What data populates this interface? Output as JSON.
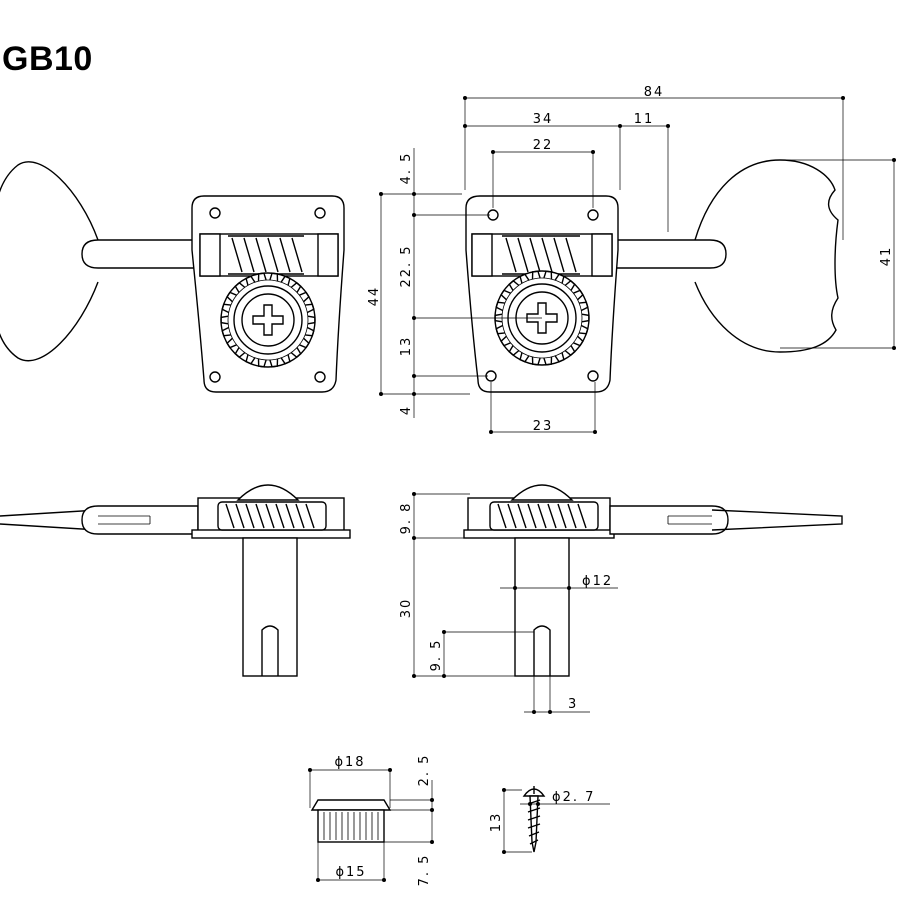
{
  "title": "GB10",
  "dimensions": {
    "overall_length": "84",
    "width_34": "34",
    "offset_11": "11",
    "hole_spacing_top": "22",
    "hole_spacing_bottom": "23",
    "height_44": "44",
    "offset_4_5": "4. 5",
    "offset_22_5": "22. 5",
    "offset_13": "13",
    "offset_4": "4",
    "key_height": "41",
    "side_height": "9. 8",
    "post_length": "30",
    "slot_depth": "9. 5",
    "post_diameter": "ϕ12",
    "slot_width": "3",
    "bushing_outer": "ϕ18",
    "bushing_top": "2. 5",
    "bushing_inner": "ϕ15",
    "bushing_height": "7. 5",
    "screw_diameter": "ϕ2. 7",
    "screw_length": "13"
  }
}
